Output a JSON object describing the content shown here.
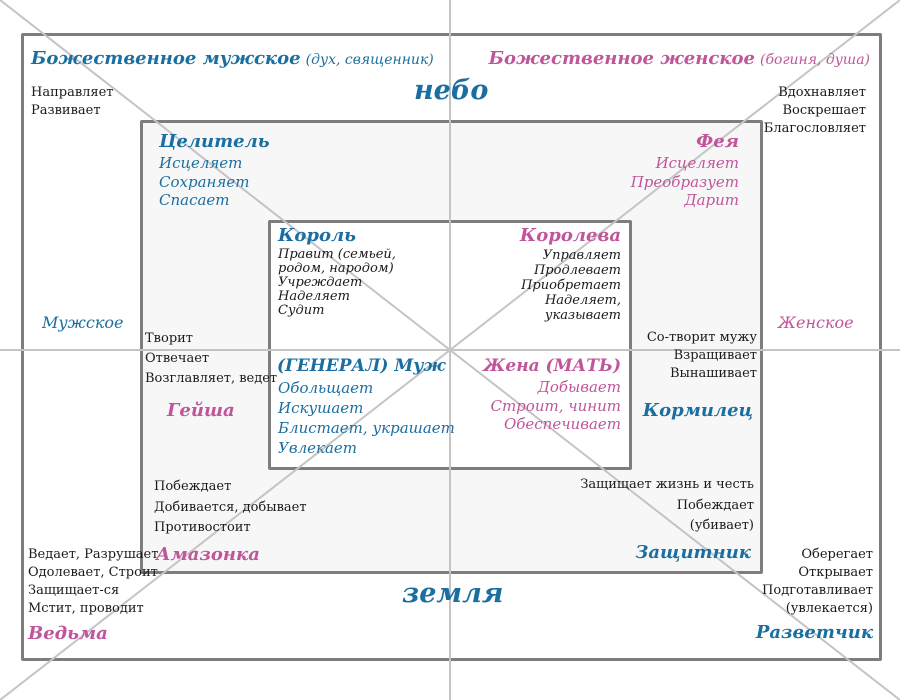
{
  "colors": {
    "blue": "#1a6fa0",
    "pink": "#c0569a",
    "frame": "#7d7d7d",
    "lines": "#c4c4c4"
  },
  "divine_male": {
    "title": "Божественное мужское",
    "subtitle": "(дух, священник)",
    "verbs": [
      "Направляет",
      "Развивает"
    ]
  },
  "divine_female": {
    "title": "Божественное женское",
    "subtitle": "(богиня, душа)",
    "verbs": [
      "Вдохнавляет",
      "Воскрешает",
      "Благословляет"
    ]
  },
  "sky": "небо",
  "earth": "земля",
  "male_side": "Мужское",
  "female_side": "Женское",
  "healer": {
    "title": "Целитель",
    "verbs": [
      "Исцеляет",
      "Сохраняет",
      "Спасает"
    ]
  },
  "fairy": {
    "title": "Фея",
    "verbs": [
      "Исцеляет",
      "Преобразует",
      "Дарит"
    ]
  },
  "king": {
    "title": "Король",
    "verbs": [
      "Правит (семьей,",
      "родом, народом)",
      "Учреждает",
      "Наделяет",
      "Судит"
    ]
  },
  "queen": {
    "title": "Королева",
    "verbs": [
      "Управляет",
      "Продлевает",
      "Приобретает",
      "Наделяет,",
      "указывает"
    ]
  },
  "husband": {
    "title": "(ГЕНЕРАЛ) Муж",
    "verbs": [
      "Обольщает",
      "Искушает",
      "Блистает, украшает",
      "Увлекает"
    ]
  },
  "wife": {
    "title": "Жена (МАТЬ)",
    "verbs": [
      "Добывает",
      "Строит, чинит",
      "Обеспечивает"
    ]
  },
  "geisha": {
    "title": "Гейша",
    "verbs": [
      "Творит",
      "Отвечает",
      "Возглавляет, ведет"
    ]
  },
  "breadwinner": {
    "title": "Кормилец",
    "verbs": [
      "Со-творит мужу",
      "Взращивает",
      "Вынашивает"
    ]
  },
  "amazon": {
    "title": "Амазонка",
    "verbs": [
      "Побеждает",
      "Добивается, добывает",
      "Противостоит"
    ]
  },
  "defender": {
    "title": "Защитник",
    "verbs": [
      "Защищает жизнь и честь",
      "Побеждает",
      "(убивает)"
    ]
  },
  "witch": {
    "title": "Ведьма",
    "verbs": [
      "Ведает, Разрушает",
      "Одолевает, Строит",
      "Защищает-ся",
      "Мстит, проводит"
    ]
  },
  "scout": {
    "title": "Разветчик",
    "verbs": [
      "Оберегает",
      "Открывает",
      "Подготавливает",
      "(увлекается)"
    ]
  }
}
